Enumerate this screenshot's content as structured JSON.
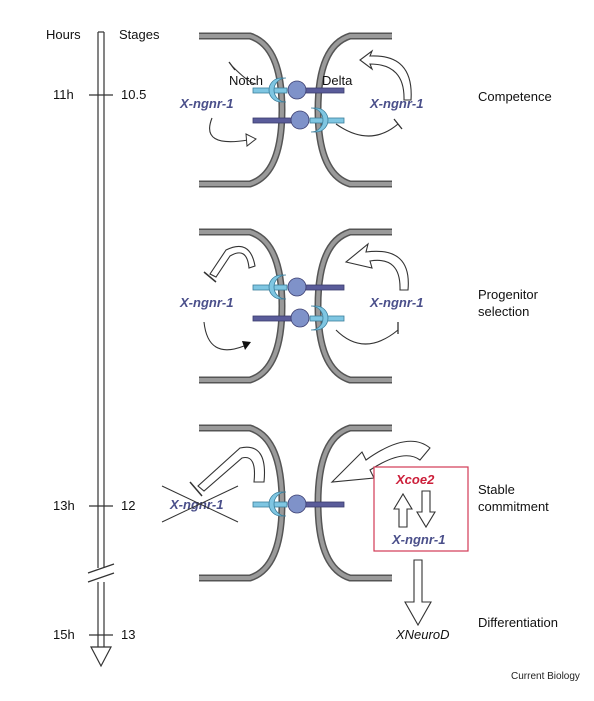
{
  "axis": {
    "hours_title": "Hours",
    "stages_title": "Stages",
    "ticks": [
      {
        "hours": "11h",
        "stage": "10.5"
      },
      {
        "hours": "13h",
        "stage": "12"
      },
      {
        "hours": "15h",
        "stage": "13"
      }
    ]
  },
  "receptors": {
    "notch": "Notch",
    "delta": "Delta"
  },
  "panels": [
    {
      "label_lines": [
        "Competence"
      ],
      "left_gene": "X-ngnr-1",
      "right_gene": "X-ngnr-1"
    },
    {
      "label_lines": [
        "Progenitor",
        "selection"
      ],
      "left_gene": "X-ngnr-1",
      "right_gene": "X-ngnr-1"
    },
    {
      "label_lines": [
        "Stable",
        "commitment"
      ],
      "left_gene_crossed": "X-ngnr-1",
      "box_top_gene": "Xcoe2",
      "box_bottom_gene": "X-ngnr-1"
    }
  ],
  "differentiation": {
    "label": "Differentiation",
    "gene": "XNeuroD"
  },
  "credit": "Current Biology",
  "colors": {
    "notch_receptor": "#7fc6e2",
    "delta_ligand": "#5a5c9a",
    "gene_text": "#4a4f8a",
    "xcoe2_text": "#cc1f3a",
    "box_border": "#d23a55",
    "membrane": "#555555"
  }
}
